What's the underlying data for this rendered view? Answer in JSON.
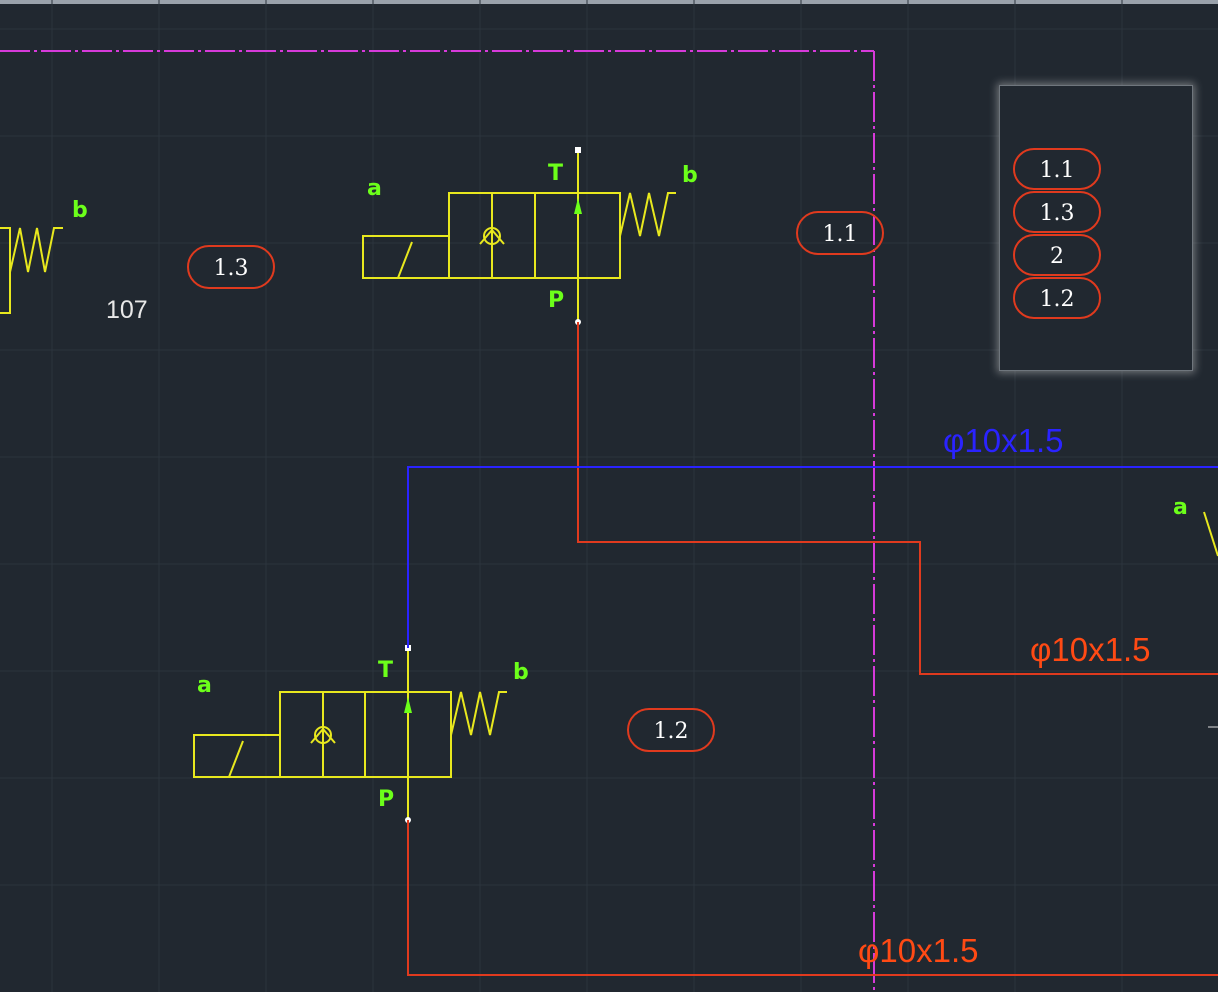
{
  "drawing": {
    "ports": {
      "tank": "T",
      "pressure": "P",
      "side_a": "a",
      "side_b": "b"
    },
    "balloons": {
      "b13": "1.3",
      "b11": "1.1",
      "b12": "1.2"
    },
    "dimension_number": "107",
    "pipes": {
      "blue_line": "φ10x1.5",
      "red_right": "φ10x1.5",
      "red_bottom": "φ10x1.5"
    },
    "legend_items": [
      "1.1",
      "1.3",
      "2",
      "1.2"
    ],
    "colors": {
      "background": "#212830",
      "boundary": "#d63ad9",
      "valve": "#e8e81e",
      "port_letters": "#6cff1a",
      "pressure_line": "#e03a1e",
      "return_line": "#2a23ff",
      "grid": "#2c343d"
    }
  }
}
